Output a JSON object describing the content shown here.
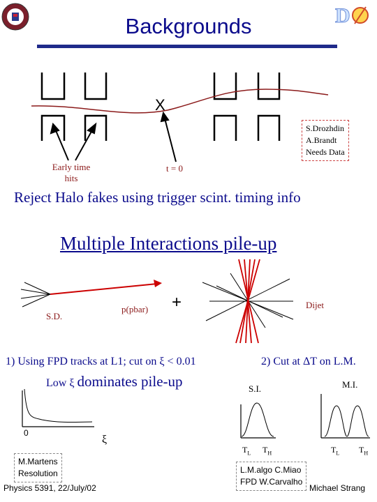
{
  "header": {
    "title": "Backgrounds",
    "logo_left_name": "university-seal",
    "logo_right_text": "DØ"
  },
  "halo_section": {
    "vertex_marker": "X",
    "authors_note": [
      "S.Drozhdin",
      "A.Brandt",
      "Needs Data"
    ],
    "early_label": [
      "Early time",
      "hits"
    ],
    "t0_label": "t = 0",
    "conclusion": "Reject Halo fakes using trigger scint. timing info"
  },
  "pileup_section": {
    "heading": "Multiple Interactions pile-up",
    "sd_label": "S.D.",
    "pbar_label": "p(pbar)",
    "plus_sign": "+",
    "dijet_label": "Dijet"
  },
  "method1": {
    "line1": "1) Using FPD tracks at L1; cut on ξ < 0.01",
    "line2_low": "Low ξ",
    "line2_rest": "dominates pile-up",
    "axis_zero": "0",
    "axis_xi": "ξ"
  },
  "method2": {
    "line1": "2) Cut at ΔT on L.M.",
    "si_label": "S.I.",
    "mi_label": "M.I.",
    "tl_label": "T",
    "tl_sub": "L",
    "th_label": "T",
    "th_sub": "H"
  },
  "footer": {
    "martens_note": [
      "M.Martens",
      "Resolution"
    ],
    "lmalgo_note": [
      "L.M.algo C.Miao",
      "FPD W.Carvalho"
    ],
    "course": "Physics 5391, 22/July/02",
    "author": "Michael Strang"
  },
  "colors": {
    "title": "#0b0b8c",
    "rule": "#1f2a8a",
    "red": "#cc0000",
    "dark_red": "#8b1a1a"
  }
}
